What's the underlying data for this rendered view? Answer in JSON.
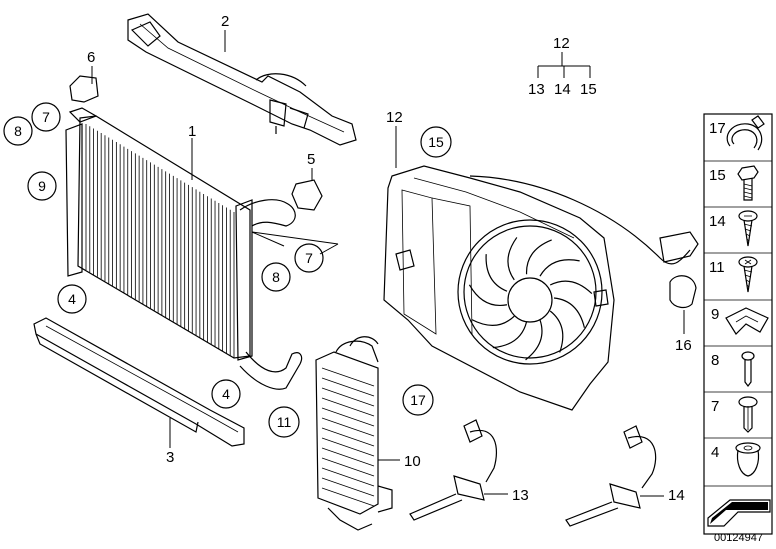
{
  "diagram": {
    "doc_number": "00124947",
    "group_label": "12",
    "group_sub_labels": [
      "13",
      "14",
      "15"
    ],
    "part_labels": [
      {
        "id": "radiator",
        "text": "1"
      },
      {
        "id": "upper-bracket",
        "text": "2"
      },
      {
        "id": "lower-bracket",
        "text": "3"
      },
      {
        "id": "mount-5",
        "text": "5"
      },
      {
        "id": "clip-6",
        "text": "6"
      },
      {
        "id": "intercooler",
        "text": "10"
      },
      {
        "id": "fan-shroud",
        "text": "12"
      },
      {
        "id": "cable-tie-13",
        "text": "13"
      },
      {
        "id": "cable-tie-14",
        "text": "14"
      },
      {
        "id": "clip-16",
        "text": "16"
      }
    ],
    "circled_labels": [
      {
        "id": "c7a",
        "text": "7"
      },
      {
        "id": "c8a",
        "text": "8"
      },
      {
        "id": "c9",
        "text": "9"
      },
      {
        "id": "c4a",
        "text": "4"
      },
      {
        "id": "c7b",
        "text": "7"
      },
      {
        "id": "c8b",
        "text": "8"
      },
      {
        "id": "c4b",
        "text": "4"
      },
      {
        "id": "c11",
        "text": "11"
      },
      {
        "id": "c17",
        "text": "17"
      },
      {
        "id": "c15",
        "text": "15"
      }
    ],
    "legend": [
      {
        "text": "17",
        "icon": "hose-clamp-icon"
      },
      {
        "text": "15",
        "icon": "hex-bolt-icon"
      },
      {
        "text": "14",
        "icon": "screw-icon"
      },
      {
        "text": "11",
        "icon": "torx-screw-icon"
      },
      {
        "text": "9",
        "icon": "spring-clip-icon"
      },
      {
        "text": "8",
        "icon": "pin-icon"
      },
      {
        "text": "7",
        "icon": "push-rivet-icon"
      },
      {
        "text": "4",
        "icon": "grommet-icon"
      },
      {
        "text": "",
        "icon": "sheet-icon"
      }
    ]
  }
}
